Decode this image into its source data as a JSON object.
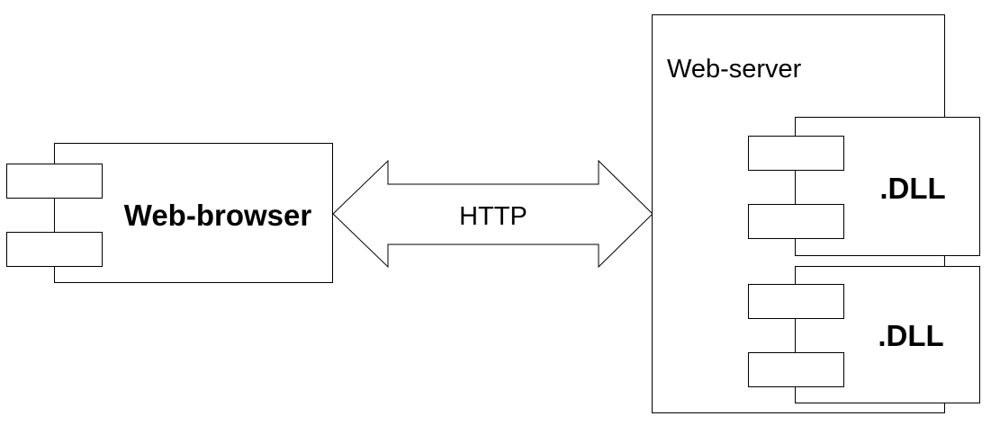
{
  "diagram": {
    "browser": {
      "label": "Web-browser"
    },
    "connector": {
      "label": "HTTP"
    },
    "server": {
      "label": "Web-server",
      "components": [
        {
          "label": ".DLL"
        },
        {
          "label": ".DLL"
        }
      ]
    }
  }
}
